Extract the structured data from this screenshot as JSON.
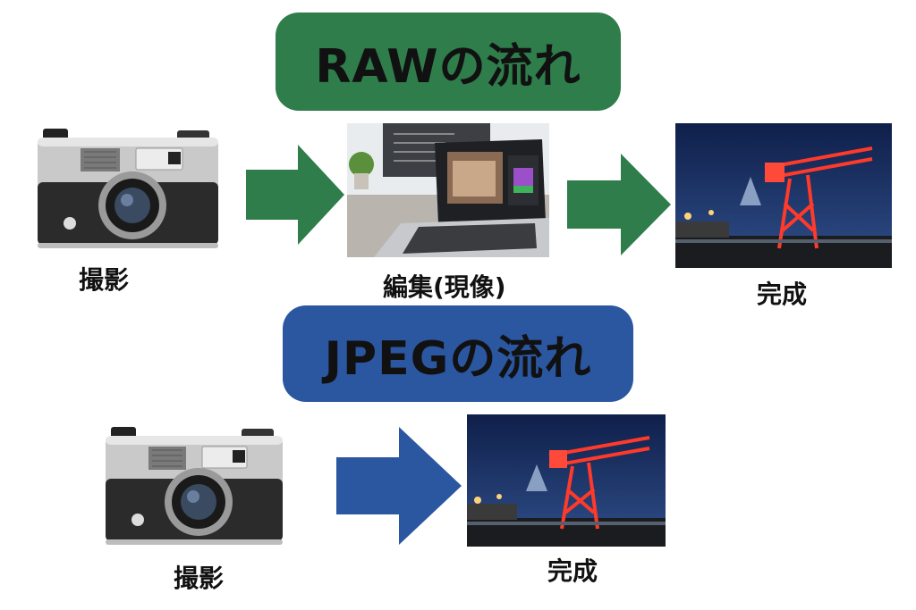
{
  "colors": {
    "raw_accent": "#2e7d4b",
    "jpeg_accent": "#2b56a0"
  },
  "raw_flow": {
    "title": "RAWの流れ",
    "steps": [
      {
        "label": "撮影",
        "image": "camera"
      },
      {
        "label": "編集(現像)",
        "image": "laptop-photo-editing"
      },
      {
        "label": "完成",
        "image": "night-crane-photo"
      }
    ]
  },
  "jpeg_flow": {
    "title": "JPEGの流れ",
    "steps": [
      {
        "label": "撮影",
        "image": "camera"
      },
      {
        "label": "完成",
        "image": "night-crane-photo"
      }
    ]
  }
}
